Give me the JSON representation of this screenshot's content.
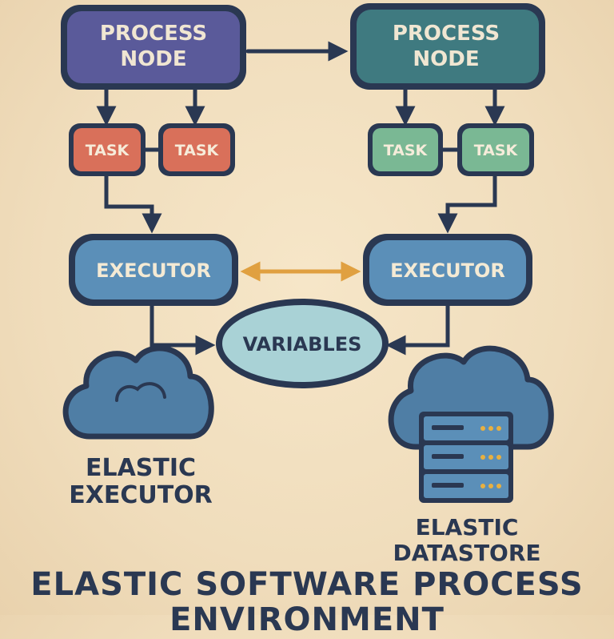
{
  "nodes": {
    "process_left": {
      "line1": "PROCESS",
      "line2": "NODE"
    },
    "process_right": {
      "line1": "PROCESS",
      "line2": "NODE"
    },
    "task_l1": "TASK",
    "task_l2": "TASK",
    "task_r1": "TASK",
    "task_r2": "TASK",
    "executor_left": "EXECUTOR",
    "executor_right": "EXECUTOR",
    "variables": "VARIABLES"
  },
  "clouds": {
    "left": {
      "line1": "ELASTIC",
      "line2": "EXECUTOR"
    },
    "right": {
      "line1": "ELASTIC",
      "line2": "DATASTORE"
    }
  },
  "title": {
    "line1": "ELASTIC SOFTWARE PROCESS",
    "line2": "ENVIRONMENT"
  },
  "colors": {
    "process_left": "#5a5a9a",
    "process_right": "#3f7a80",
    "task_left": "#d9705a",
    "task_right": "#7ab894",
    "executor": "#5b8fb8",
    "variables": "#a9d2d6",
    "cloud": "#4f7ea5",
    "outline": "#2a3852",
    "accent_arrow": "#e0a040"
  },
  "icons": [
    "cloud-icon",
    "server-rack-icon"
  ]
}
